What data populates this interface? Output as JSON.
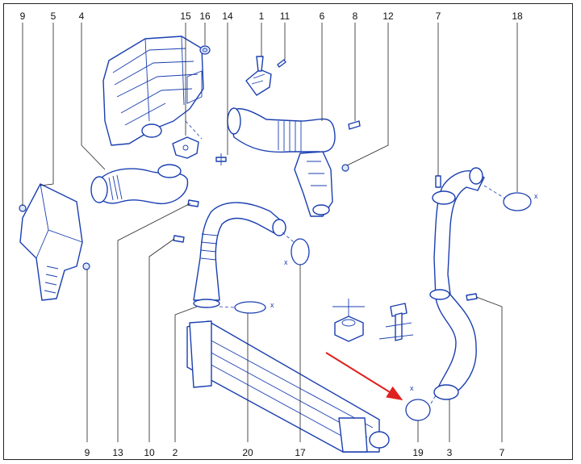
{
  "callouts": {
    "top": [
      {
        "id": "c9t",
        "text": "9"
      },
      {
        "id": "c5",
        "text": "5"
      },
      {
        "id": "c4",
        "text": "4"
      },
      {
        "id": "c15",
        "text": "15"
      },
      {
        "id": "c16",
        "text": "16"
      },
      {
        "id": "c14",
        "text": "14"
      },
      {
        "id": "c1",
        "text": "1"
      },
      {
        "id": "c11",
        "text": "11"
      },
      {
        "id": "c6",
        "text": "6"
      },
      {
        "id": "c8",
        "text": "8"
      },
      {
        "id": "c12",
        "text": "12"
      },
      {
        "id": "c7t",
        "text": "7"
      },
      {
        "id": "c18",
        "text": "18"
      }
    ],
    "bottom": [
      {
        "id": "c9b",
        "text": "9"
      },
      {
        "id": "c13",
        "text": "13"
      },
      {
        "id": "c10",
        "text": "10"
      },
      {
        "id": "c2",
        "text": "2"
      },
      {
        "id": "c20",
        "text": "20"
      },
      {
        "id": "c17",
        "text": "17"
      },
      {
        "id": "c19",
        "text": "19"
      },
      {
        "id": "c3",
        "text": "3"
      },
      {
        "id": "c7b",
        "text": "7"
      }
    ]
  },
  "gasket_mark": "x",
  "colors": {
    "line_art": "#1a3fb0",
    "line_fill": "#dfe6fb",
    "leader": "#222222",
    "highlight_arrow": "#e02020",
    "frame": "#222222"
  }
}
